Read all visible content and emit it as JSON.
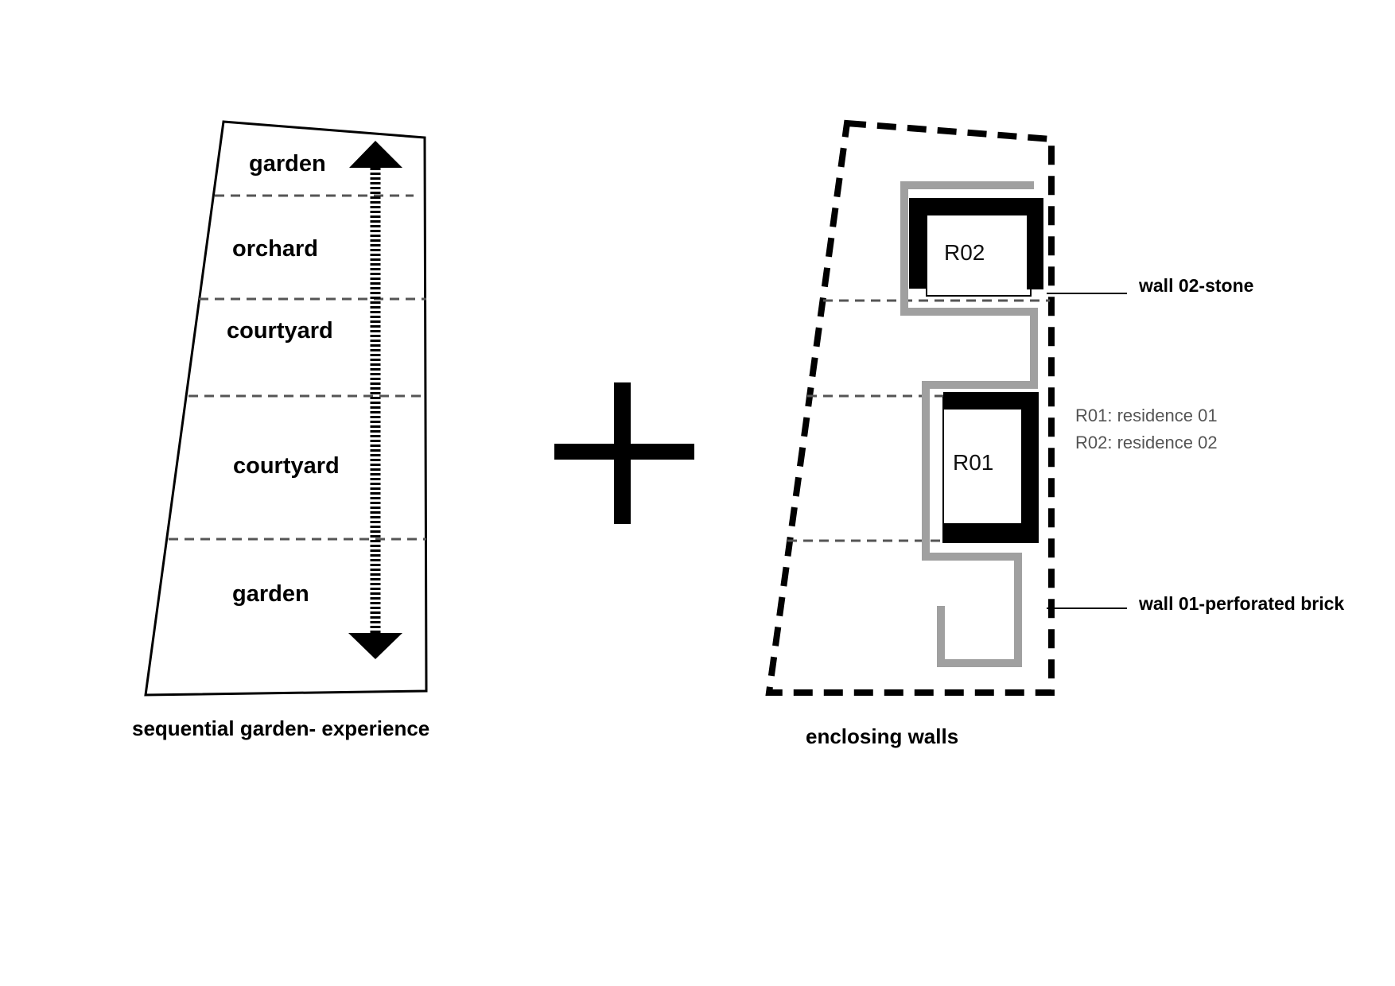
{
  "colors": {
    "ink": "#000000",
    "zone_divider": "#555555",
    "wall_perforated_brick": "#a0a0a0",
    "legend_text": "#555555",
    "background": "#ffffff"
  },
  "left_diagram": {
    "caption": "sequential garden- experience",
    "zones": [
      {
        "label": "garden"
      },
      {
        "label": "orchard"
      },
      {
        "label": "courtyard"
      },
      {
        "label": "courtyard"
      },
      {
        "label": "garden"
      }
    ],
    "arrow": {
      "direction": "bidirectional",
      "style": "hatched"
    }
  },
  "operator": {
    "symbol": "plus",
    "icon": "plus-icon"
  },
  "right_diagram": {
    "caption": "enclosing walls",
    "rooms": [
      {
        "id": "R02"
      },
      {
        "id": "R01"
      }
    ],
    "wall_labels": [
      {
        "key": "stone",
        "text": "wall 02-stone"
      },
      {
        "key": "brick",
        "text": "wall 01-perforated brick"
      }
    ],
    "legend": [
      {
        "text": "R01: residence 01"
      },
      {
        "text": "R02: residence 02"
      }
    ]
  }
}
